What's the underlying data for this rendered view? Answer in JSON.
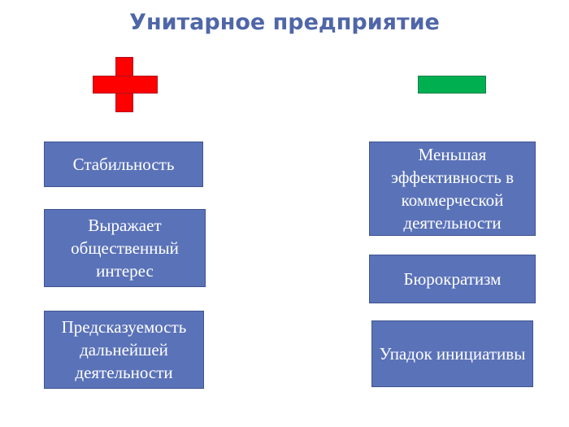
{
  "title": "Унитарное предприятие",
  "symbols": {
    "plus": {
      "icon": "plus-icon",
      "color": "#ff0000"
    },
    "minus": {
      "icon": "minus-icon",
      "color": "#00b050"
    }
  },
  "pros": [
    {
      "label": "Стабильность"
    },
    {
      "label": "Выражает общественный интерес"
    },
    {
      "label": "Предсказуемость дальнейшей деятельности"
    }
  ],
  "cons": [
    {
      "label": "Меньшая эффективность в коммерческой деятельности"
    },
    {
      "label": "Бюрократизм"
    },
    {
      "label": "Упадок инициативы"
    }
  ],
  "colors": {
    "title": "#4f66a8",
    "box_fill": "#5a72b8",
    "box_text": "#ffffff"
  }
}
